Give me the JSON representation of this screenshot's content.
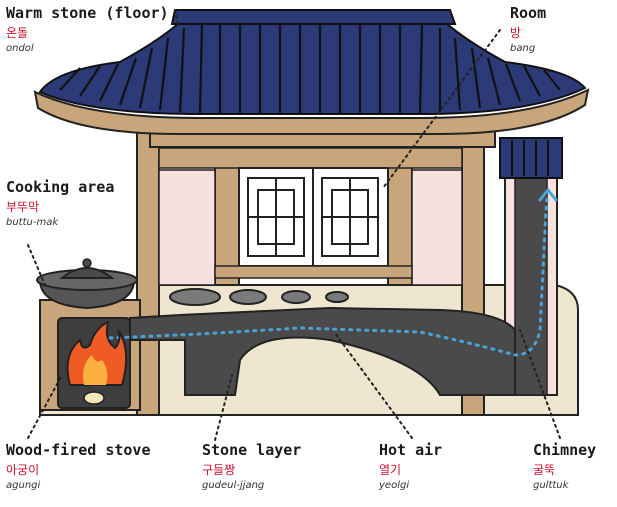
{
  "labels": {
    "warm_stone": {
      "en": "Warm stone (floor)",
      "ko": "온돌",
      "ro": "ondol"
    },
    "room": {
      "en": "Room",
      "ko": "방",
      "ro": "bang"
    },
    "cooking_area": {
      "en": "Cooking area",
      "ko": "부뚜막",
      "ro": "buttu-mak"
    },
    "wood_stove": {
      "en": "Wood-fired stove",
      "ko": "아궁이",
      "ro": "agungi"
    },
    "stone_layer": {
      "en": "Stone layer",
      "ko": "구들짱",
      "ro": "gudeul-jjang"
    },
    "hot_air": {
      "en": "Hot air",
      "ko": "열기",
      "ro": "yeolgi"
    },
    "chimney": {
      "en": "Chimney",
      "ko": "굴뚝",
      "ro": "gulttuk"
    }
  },
  "colors": {
    "roof_tile": "#2c3a78",
    "wood": "#c9a57b",
    "wall": "#f7e1dd",
    "stone": "#4a4a4a",
    "ground": "#efe6cf",
    "hot_air_dots": "#4aa3d8",
    "korean_text": "#c8102e"
  }
}
